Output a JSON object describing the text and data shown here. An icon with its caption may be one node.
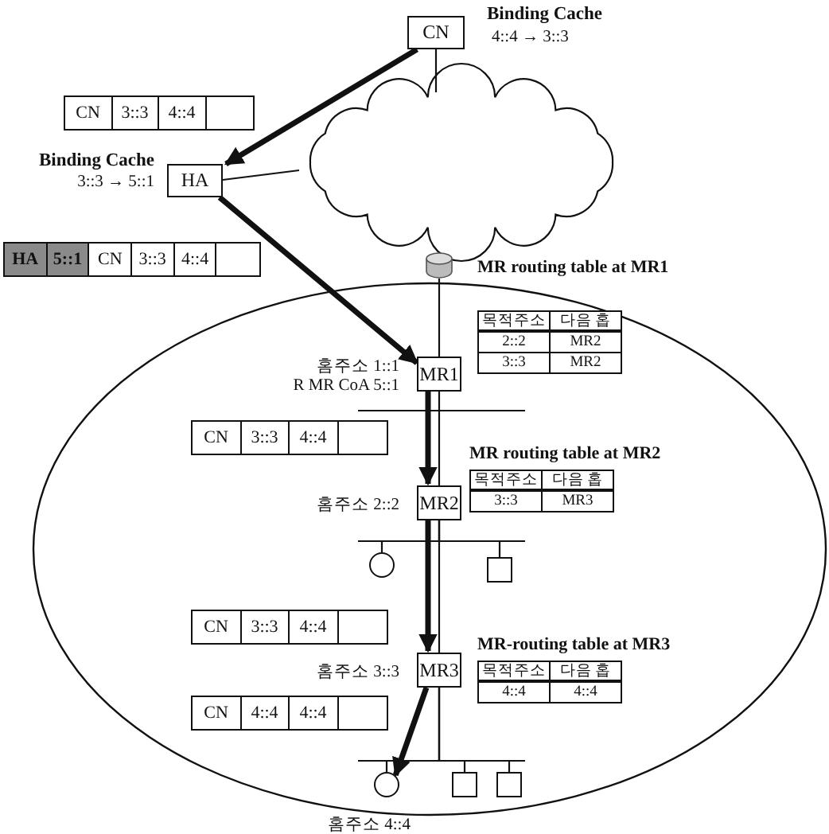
{
  "diagram": {
    "nodes": [
      {
        "text": [
          "CN"
        ],
        "beside": [
          "Binding Cache",
          "4::4 → 3::3"
        ]
      },
      {
        "text": [
          "CN",
          "3::3",
          "4::4"
        ]
      },
      {
        "text": [
          "HA"
        ],
        "beside": [
          "Binding Cache",
          "3::3 → 5::1"
        ]
      },
      {
        "text": [],
        "shape": "cloud"
      },
      {
        "text": [
          "HA",
          "5::1",
          "CN",
          "3::3",
          "4::4"
        ]
      },
      {
        "text": [],
        "shape": "cylinder"
      },
      {
        "text": [],
        "shape": "ellipse"
      },
      {
        "text": [
          "MR1"
        ],
        "in": 6,
        "beside": [
          "홈주소 1::1",
          "R MR CoA 5::1"
        ]
      },
      {
        "text": [
          "CN",
          "3::3",
          "4::4"
        ],
        "in": 6
      },
      {
        "text": [
          "MR2"
        ],
        "in": 6,
        "beside": [
          "홈주소 2::2"
        ]
      },
      {
        "text": [],
        "shape": "circle",
        "in": 6
      },
      {
        "text": [],
        "shape": "box",
        "in": 6
      },
      {
        "text": [
          "CN",
          "3::3",
          "4::4"
        ],
        "in": 6
      },
      {
        "text": [
          "MR3"
        ],
        "in": 6,
        "beside": [
          "홈주소 3::3"
        ]
      },
      {
        "text": [
          "CN",
          "4::4",
          "4::4"
        ],
        "in": 6
      },
      {
        "text": [],
        "shape": "circle",
        "in": 6,
        "beside": [
          "홈주소 4::4"
        ]
      },
      {
        "text": [],
        "shape": "box",
        "in": 6
      },
      {
        "text": [],
        "shape": "box",
        "in": 6
      }
    ],
    "edges": [
      {
        "from": 0,
        "to": 2,
        "arrow": "to",
        "style": "thick"
      },
      {
        "from": 0,
        "to": 3,
        "arrow": "none"
      },
      {
        "from": 2,
        "to": 3,
        "arrow": "none"
      },
      {
        "from": 5,
        "to": 7,
        "arrow": "none"
      },
      {
        "from": 2,
        "to": 7,
        "arrow": "to",
        "style": "thick"
      },
      {
        "from": 7,
        "to": 9,
        "arrow": "none"
      },
      {
        "from": 7,
        "to": 9,
        "arrow": "to",
        "style": "thick"
      },
      {
        "from": 9,
        "to": 13,
        "arrow": "none"
      },
      {
        "from": 9,
        "to": 13,
        "arrow": "to",
        "style": "thick"
      },
      {
        "from": 9,
        "to": 10,
        "arrow": "none"
      },
      {
        "from": 9,
        "to": 11,
        "arrow": "none"
      },
      {
        "from": 13,
        "to": 15,
        "arrow": "none"
      },
      {
        "from": 13,
        "to": 16,
        "arrow": "none"
      },
      {
        "from": 13,
        "to": 17,
        "arrow": "none"
      },
      {
        "from": 13,
        "to": 15,
        "arrow": "to",
        "style": "thick"
      }
    ],
    "labels": [
      "MR routing table at MR1",
      "목적주소",
      "다음 홉",
      "2::2",
      "MR2",
      "3::3",
      "MR2",
      "MR routing table at MR2",
      "목적주소",
      "다음 홉",
      "3::3",
      "MR3",
      "MR-routing table at MR3",
      "목적주소",
      "다음 홉",
      "4::4",
      "4::4"
    ]
  }
}
